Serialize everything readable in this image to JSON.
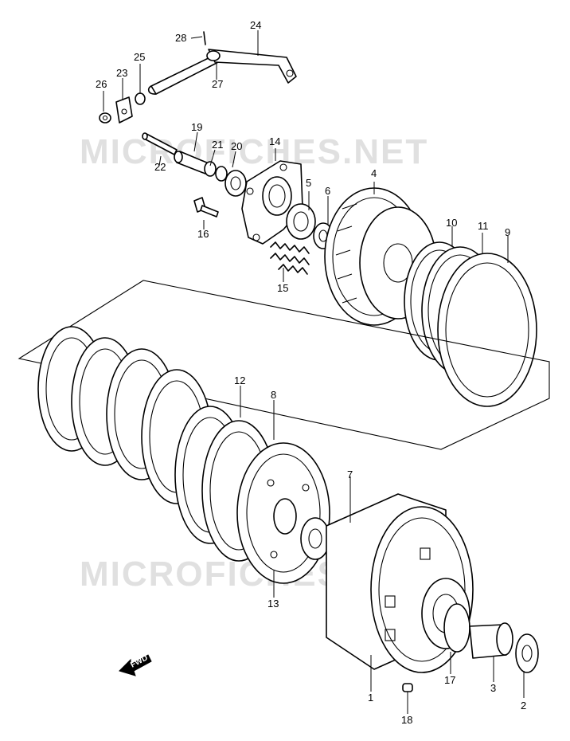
{
  "diagram": {
    "watermarks": [
      "MICROFICHES.NET",
      "MICROFICHES.NET"
    ],
    "direction_label": "FWD",
    "callouts": [
      "1",
      "2",
      "3",
      "4",
      "5",
      "6",
      "7",
      "8",
      "9",
      "10",
      "11",
      "12",
      "13",
      "14",
      "15",
      "16",
      "17",
      "18",
      "19",
      "20",
      "21",
      "22",
      "23",
      "24",
      "25",
      "26",
      "27",
      "28"
    ]
  }
}
